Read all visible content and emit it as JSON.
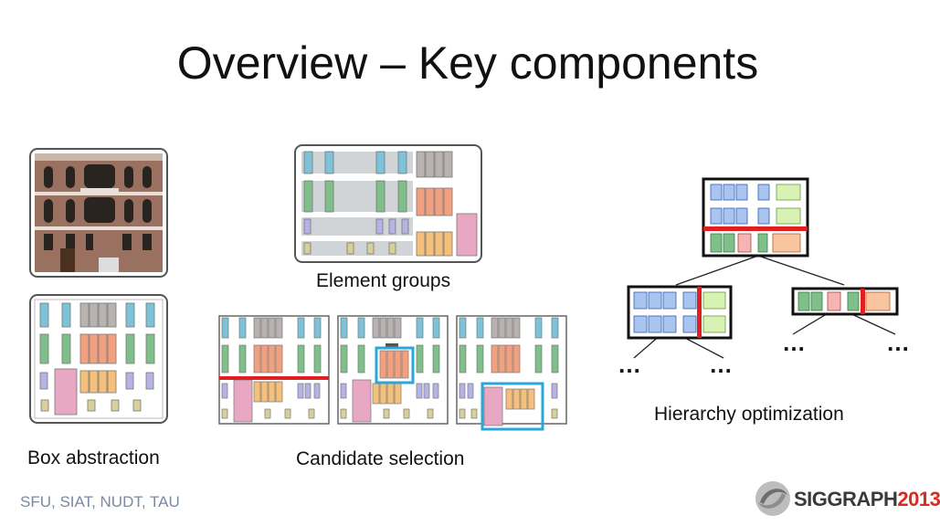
{
  "slide": {
    "title": "Overview – Key components"
  },
  "captions": {
    "box_abstraction": "Box abstraction",
    "element_groups": "Element groups",
    "candidate_selection": "Candidate selection",
    "hierarchy_optimization": "Hierarchy optimization"
  },
  "ellipsis": "…",
  "footer": {
    "affiliations": "SFU, SIAT, NUDT, TAU"
  },
  "logo": {
    "name": "SIGGRAPH",
    "year": "2013"
  },
  "colors": {
    "blue": "#a9c4ee",
    "cyan": "#7cc3d9",
    "green": "#7fbf8a",
    "gray": "#b8b2b0",
    "salmon": "#f3a07f",
    "orange": "#f6c07a",
    "pink": "#e8a7c3",
    "purple": "#b5b3e6",
    "olive": "#d8d098",
    "lime": "#d8f2b3",
    "peach": "#f9c4a0",
    "red": "#e02020",
    "selection": "#2aa7d8"
  }
}
